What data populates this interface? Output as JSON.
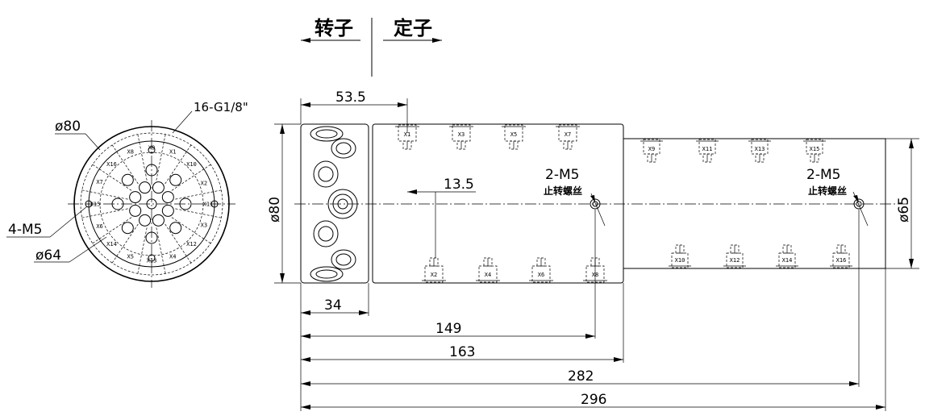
{
  "header": {
    "rotor_label": "转子",
    "stator_label": "定子"
  },
  "end_view": {
    "dia_outer": "ø80",
    "dia_inner": "ø64",
    "thread_spec": "16-G1/8\"",
    "mount_holes": "4-M5",
    "port_labels": [
      "X9",
      "X1",
      "X8",
      "X16",
      "X10",
      "X7",
      "X2",
      "X15",
      "X11",
      "X6",
      "X3",
      "X14",
      "X12",
      "X5",
      "X4",
      "X13"
    ]
  },
  "side_view": {
    "dia_left": "ø80",
    "dia_right": "ø65",
    "dim_53_5": "53.5",
    "dim_13_5": "13.5",
    "dim_34": "34",
    "dim_149": "149",
    "dim_163": "163",
    "dim_282": "282",
    "dim_296": "296",
    "stop_screw_1": "2-M5",
    "stop_screw_1_note": "止转螺丝",
    "stop_screw_2": "2-M5",
    "stop_screw_2_note": "止转螺丝",
    "ports_top_large": [
      "X1",
      "X3",
      "X5",
      "X7"
    ],
    "ports_bottom_large": [
      "X2",
      "X4",
      "X6",
      "X8"
    ],
    "ports_top_small": [
      "X9",
      "X11",
      "X13",
      "X15"
    ],
    "ports_bottom_small": [
      "X10",
      "X12",
      "X14",
      "X16"
    ]
  }
}
